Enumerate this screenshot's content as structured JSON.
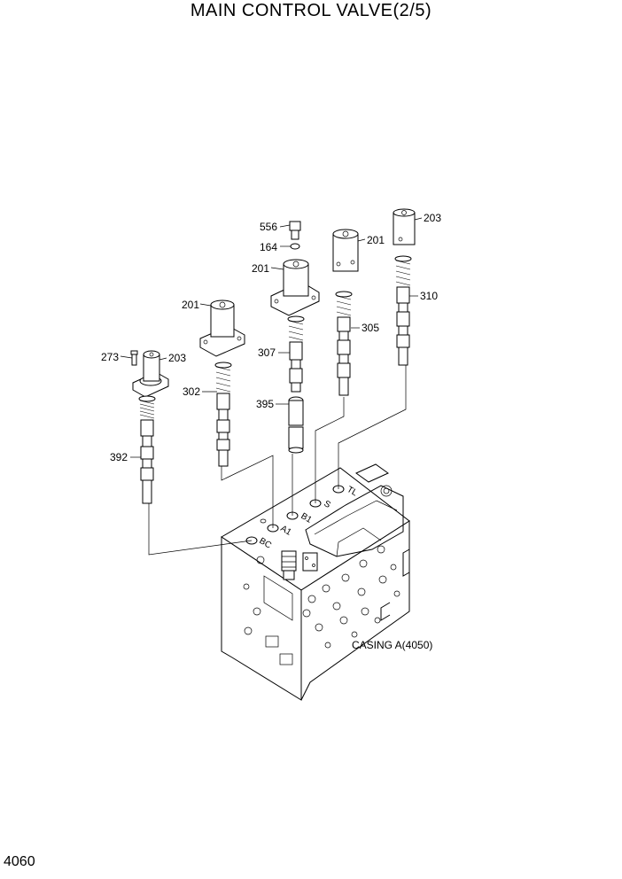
{
  "title": "MAIN CONTROL VALVE(2/5)",
  "page_number": "4060",
  "casing_label": "CASING A(4050)",
  "callouts": {
    "c556": "556",
    "c164": "164",
    "c201a": "201",
    "c201b": "201",
    "c201c": "201",
    "c203a": "203",
    "c203b": "203",
    "c273": "273",
    "c310": "310",
    "c305": "305",
    "c307": "307",
    "c302": "302",
    "c395": "395",
    "c392": "392"
  },
  "port_marks": [
    "BC",
    "A1",
    "B1",
    "S",
    "TL"
  ]
}
